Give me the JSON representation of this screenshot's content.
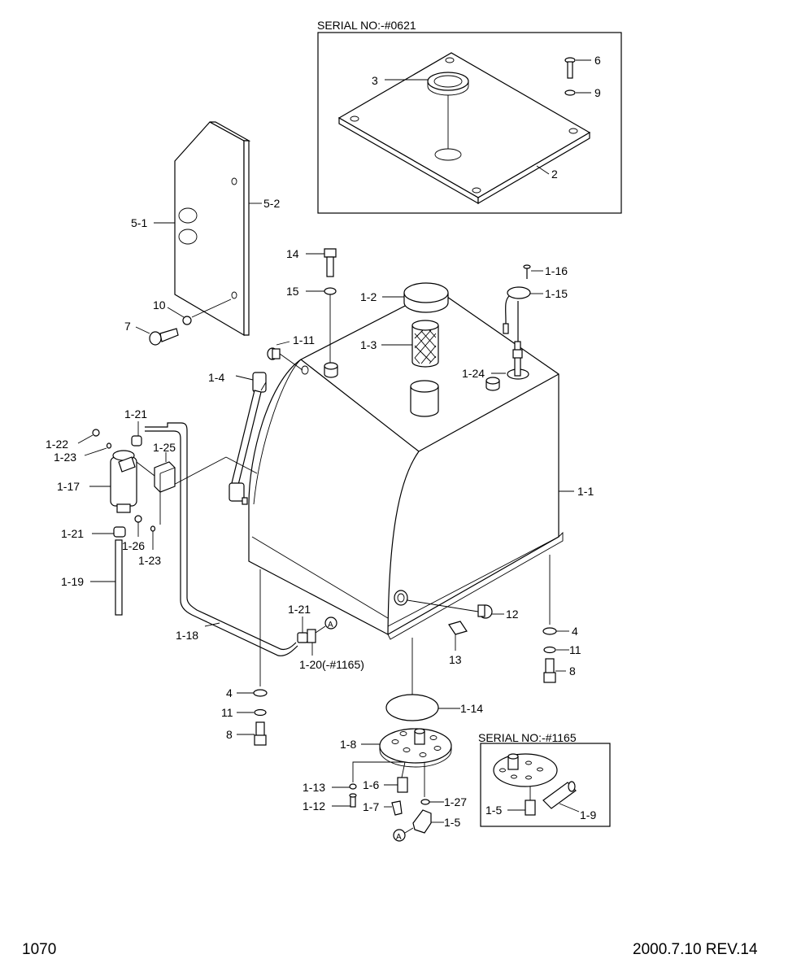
{
  "inset_top": {
    "serial": "SERIAL NO:-#0621"
  },
  "inset_bottom": {
    "serial": "SERIAL NO:-#1165"
  },
  "footer": {
    "page": "1070",
    "revision": "2000.7.10 REV.14"
  },
  "labels": {
    "p3": "3",
    "p6": "6",
    "p9": "9",
    "p2": "2",
    "p5_2": "5-2",
    "p5_1": "5-1",
    "p10": "10",
    "p7": "7",
    "p14": "14",
    "p15": "15",
    "p1_2": "1-2",
    "p1_3": "1-3",
    "p1_16": "1-16",
    "p1_15": "1-15",
    "p1_11": "1-11",
    "p1_24": "1-24",
    "p1_4": "1-4",
    "p1_21a": "1-21",
    "p1_22": "1-22",
    "p1_23a": "1-23",
    "p1_25": "1-25",
    "p1_17": "1-17",
    "p1_21b": "1-21",
    "p1_26": "1-26",
    "p1_23b": "1-23",
    "p1_19": "1-19",
    "p1_1": "1-1",
    "p12": "12",
    "p1_21c": "1-21",
    "pA1": "A",
    "p1_18": "1-18",
    "p13": "13",
    "p4a": "4",
    "p11a": "11",
    "p8a": "8",
    "p1_20": "1-20(-#1165)",
    "p4b": "4",
    "p11b": "11",
    "p8b": "8",
    "p1_14": "1-14",
    "p1_8": "1-8",
    "p1_13": "1-13",
    "p1_6": "1-6",
    "p1_27": "1-27",
    "p1_12": "1-12",
    "p1_7": "1-7",
    "p1_5a": "1-5",
    "pA2": "A",
    "p1_5b": "1-5",
    "p1_9": "1-9"
  }
}
